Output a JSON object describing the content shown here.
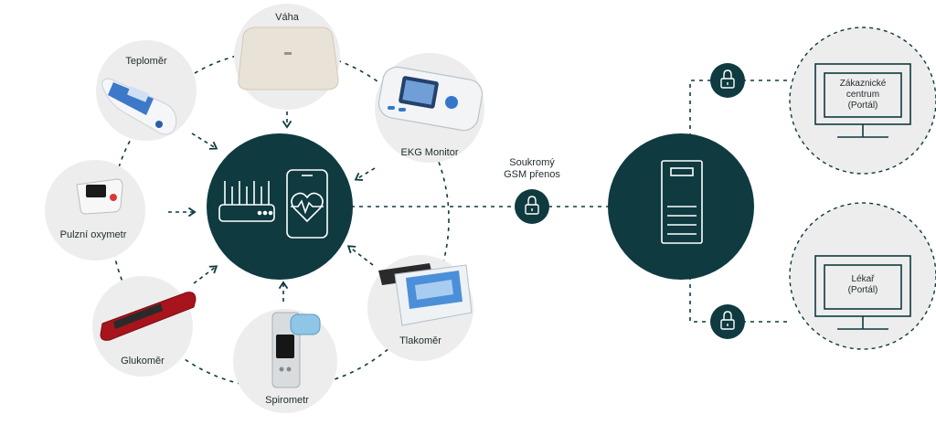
{
  "devices": {
    "vaha": "Váha",
    "teplomer": "Teploměr",
    "ekg": "EKG Monitor",
    "oxymetr": "Pulzní oxymetr",
    "glukomer": "Glukoměr",
    "spirometr": "Spirometr",
    "tlakomer": "Tlakoměr"
  },
  "connection": {
    "line1": "Soukromý",
    "line2": "GSM přenos"
  },
  "portals": {
    "customer": {
      "line1": "Zákaznické",
      "line2": "centrum",
      "line3": "(Portál)"
    },
    "doctor": {
      "line1": "Lékař",
      "line2": "(Portál)"
    }
  },
  "colors": {
    "dark": "#0e3a40",
    "device_bg": "#ededed",
    "line": "#0e3a40"
  }
}
